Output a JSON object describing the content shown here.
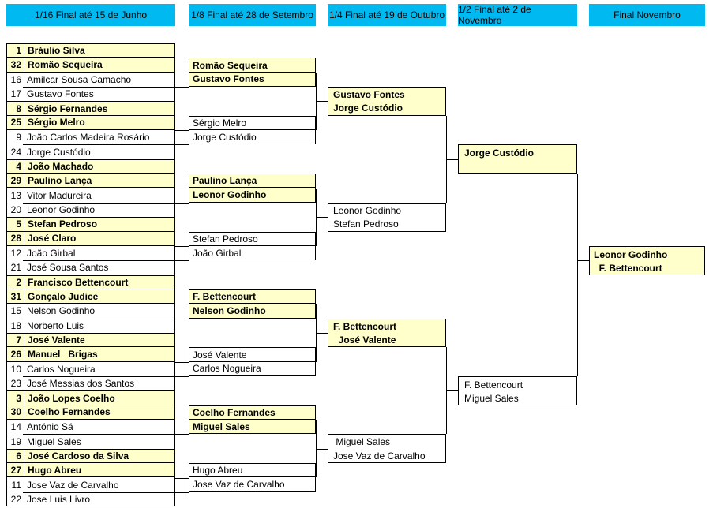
{
  "colors": {
    "header_bg": "#00B9F0",
    "seed_bg": "#FFFFCC",
    "line": "#000000"
  },
  "headers": [
    "1/16 Final até 15 de Junho",
    "1/8 Final até 28 de Setembro",
    "1/4 Final até 19 de Outubro",
    "1/2 Final até 2 de Novembro",
    "Final Novembro"
  ],
  "round_of_32": [
    {
      "seed": "1",
      "name": "Bráulio Silva",
      "seeded": true
    },
    {
      "seed": "32",
      "name": "Romão Sequeira",
      "seeded": true
    },
    {
      "seed": "16",
      "name": "Amilcar Sousa Camacho",
      "seeded": false
    },
    {
      "seed": "17",
      "name": "Gustavo Fontes",
      "seeded": false
    },
    {
      "seed": "8",
      "name": "Sérgio Fernandes",
      "seeded": true
    },
    {
      "seed": "25",
      "name": "Sérgio Melro",
      "seeded": true
    },
    {
      "seed": "9",
      "name": "João Carlos Madeira Rosário",
      "seeded": false
    },
    {
      "seed": "24",
      "name": "Jorge Custódio",
      "seeded": false
    },
    {
      "seed": "4",
      "name": "João Machado",
      "seeded": true
    },
    {
      "seed": "29",
      "name": "Paulino Lança",
      "seeded": true
    },
    {
      "seed": "13",
      "name": "Vitor Madureira",
      "seeded": false
    },
    {
      "seed": "20",
      "name": "Leonor Godinho",
      "seeded": false
    },
    {
      "seed": "5",
      "name": "Stefan Pedroso",
      "seeded": true
    },
    {
      "seed": "28",
      "name": "José Claro",
      "seeded": true
    },
    {
      "seed": "12",
      "name": "João Girbal",
      "seeded": false
    },
    {
      "seed": "21",
      "name": "José Sousa Santos",
      "seeded": false
    },
    {
      "seed": "2",
      "name": "Francisco Bettencourt",
      "seeded": true
    },
    {
      "seed": "31",
      "name": "Gonçalo Judice",
      "seeded": true
    },
    {
      "seed": "15",
      "name": "Nelson Godinho",
      "seeded": false
    },
    {
      "seed": "18",
      "name": "Norberto Luis",
      "seeded": false
    },
    {
      "seed": "7",
      "name": "José Valente",
      "seeded": true
    },
    {
      "seed": "26",
      "name": "Manuel   Brigas",
      "seeded": true
    },
    {
      "seed": "10",
      "name": "Carlos Nogueira",
      "seeded": false
    },
    {
      "seed": "23",
      "name": "José Messias dos Santos",
      "seeded": false
    },
    {
      "seed": "3",
      "name": "João Lopes Coelho",
      "seeded": true
    },
    {
      "seed": "30",
      "name": "Coelho Fernandes",
      "seeded": true
    },
    {
      "seed": "14",
      "name": "António Sá",
      "seeded": false
    },
    {
      "seed": "19",
      "name": "Miguel Sales",
      "seeded": false
    },
    {
      "seed": "6",
      "name": "José Cardoso da Silva",
      "seeded": true
    },
    {
      "seed": "27",
      "name": "Hugo Abreu",
      "seeded": true
    },
    {
      "seed": "11",
      "name": "Jose Vaz de Carvalho",
      "seeded": false
    },
    {
      "seed": "22",
      "name": "Jose Luis Livro",
      "seeded": false
    }
  ],
  "round_of_16": [
    {
      "names": [
        "Romão Sequeira",
        "Gustavo Fontes"
      ],
      "highlight": true
    },
    {
      "names": [
        "Sérgio Melro",
        "Jorge Custódio"
      ],
      "highlight": false
    },
    {
      "names": [
        "Paulino Lança",
        "Leonor Godinho"
      ],
      "highlight": true
    },
    {
      "names": [
        "Stefan Pedroso",
        "João Girbal"
      ],
      "highlight": false
    },
    {
      "names": [
        "F. Bettencourt",
        "Nelson Godinho"
      ],
      "highlight": true
    },
    {
      "names": [
        "José Valente",
        "Carlos Nogueira"
      ],
      "highlight": false
    },
    {
      "names": [
        "Coelho Fernandes",
        "Miguel Sales"
      ],
      "highlight": true
    },
    {
      "names": [
        "Hugo Abreu",
        "Jose Vaz de Carvalho"
      ],
      "highlight": false
    }
  ],
  "quarterfinals": [
    {
      "names": [
        "Gustavo Fontes",
        "Jorge Custódio"
      ],
      "highlight": true
    },
    {
      "names": [
        "Leonor Godinho",
        "Stefan Pedroso"
      ],
      "highlight": false
    },
    {
      "names": [
        "F. Bettencourt",
        "  José Valente"
      ],
      "highlight": true
    },
    {
      "names": [
        " Miguel Sales",
        "Jose Vaz de Carvalho"
      ],
      "highlight": false
    }
  ],
  "semifinals": [
    {
      "names": [
        "Jorge Custódio"
      ],
      "highlight": true
    },
    {
      "names": [
        "F. Bettencourt",
        "Miguel Sales"
      ],
      "highlight": false
    }
  ],
  "final": {
    "names": [
      "Leonor Godinho",
      "  F. Bettencourt"
    ],
    "highlight": true
  }
}
